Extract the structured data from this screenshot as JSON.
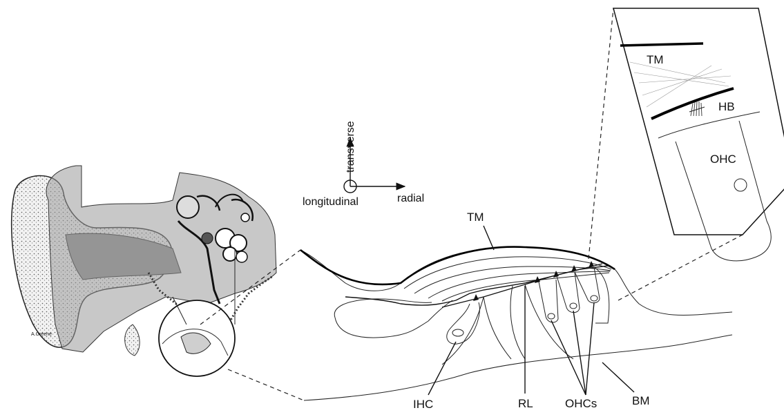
{
  "axes": {
    "transverse": "transverse",
    "longitudinal": "longitudinal",
    "radial": "radial"
  },
  "cochlea_labels": {
    "tm": "TM",
    "ihc": "IHC",
    "rl": "RL",
    "ohcs": "OHCs",
    "bm": "BM"
  },
  "inset_labels": {
    "tm": "TM",
    "hb": "HB",
    "ohc": "OHC"
  }
}
